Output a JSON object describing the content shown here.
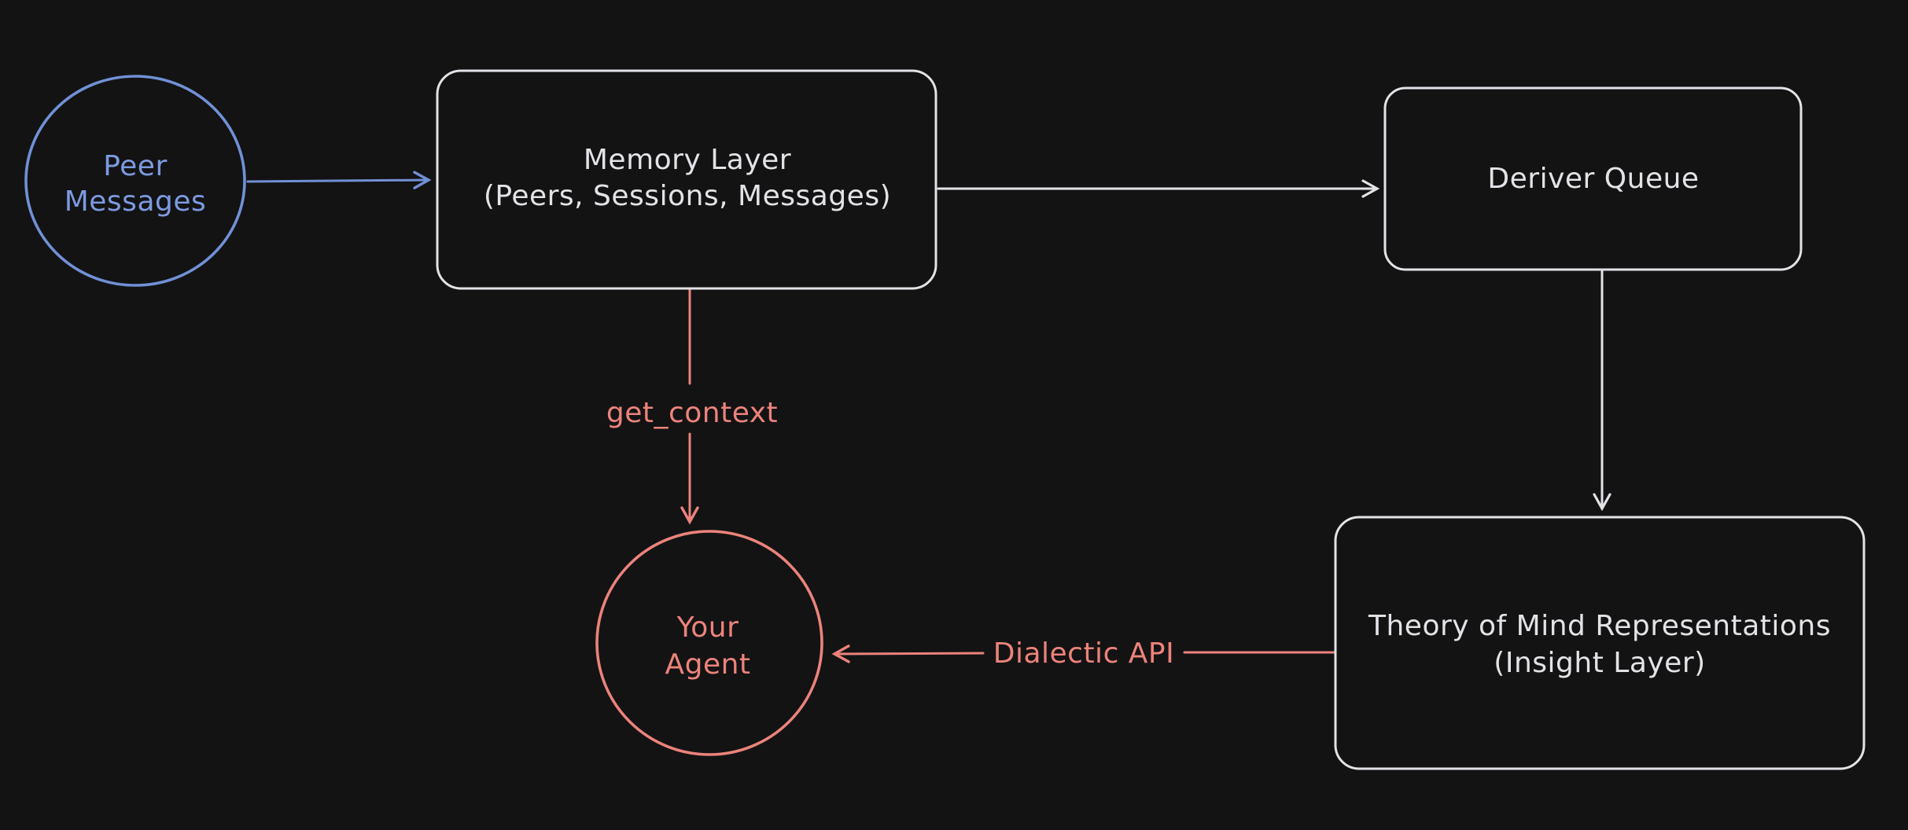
{
  "diagram": {
    "background_color": "#131314",
    "colors": {
      "blue": "#7191d6",
      "salmon": "#ec837b",
      "white": "#e3e3e7"
    },
    "nodes": {
      "peer_messages": {
        "shape": "circle",
        "color": "#7191d6",
        "line1": "Peer",
        "line2": "Messages"
      },
      "memory_layer": {
        "shape": "rounded-rect",
        "color": "#e3e3e7",
        "line1": "Memory Layer",
        "line2": "(Peers, Sessions, Messages)"
      },
      "deriver_queue": {
        "shape": "rounded-rect",
        "color": "#e3e3e7",
        "line1": "Deriver Queue"
      },
      "theory_of_mind": {
        "shape": "rounded-rect",
        "color": "#e3e3e7",
        "line1": "Theory of Mind Representations",
        "line2": "(Insight Layer)"
      },
      "your_agent": {
        "shape": "circle",
        "color": "#ec837b",
        "line1": "Your",
        "line2": "Agent"
      }
    },
    "edges": {
      "peer_to_memory": {
        "color": "#7191d6",
        "label": ""
      },
      "memory_to_deriver": {
        "color": "#e3e3e7",
        "label": ""
      },
      "memory_to_agent": {
        "color": "#ec837b",
        "label": "get_context"
      },
      "deriver_to_theory": {
        "color": "#e3e3e7",
        "label": ""
      },
      "theory_to_agent": {
        "color": "#ec837b",
        "label": "Dialectic API"
      }
    }
  }
}
